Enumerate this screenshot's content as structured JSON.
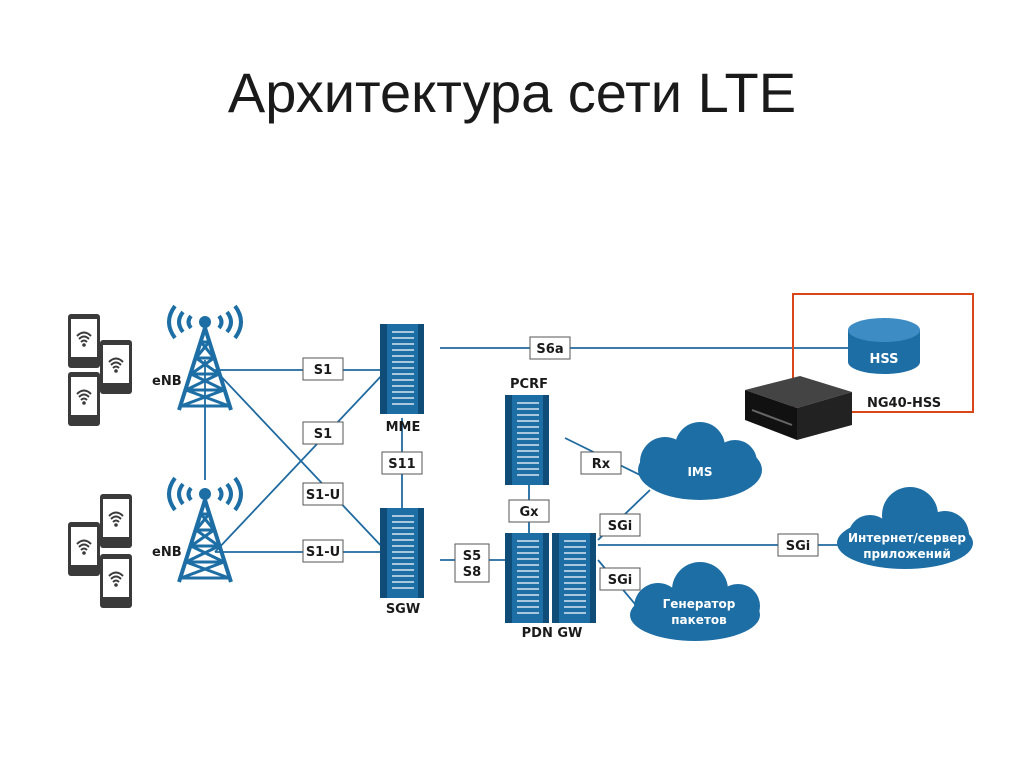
{
  "title": "Архитектура сети LTE",
  "colors": {
    "primary": "#1d6ea5",
    "dark": "#0f4c78",
    "line": "#1f6aa0",
    "box": "#d9461a"
  },
  "nodes": {
    "enb_top": "eNB",
    "enb_bottom": "eNB",
    "mme": "MME",
    "sgw": "SGW",
    "pcrf": "PCRF",
    "pdn_gw": "PDN GW",
    "hss": "HSS",
    "ng40_hss": "NG40-HSS"
  },
  "interfaces": {
    "s1_top": "S1",
    "s1_mid": "S1",
    "s1u_mid": "S1-U",
    "s1u_bottom": "S1-U",
    "s11": "S11",
    "s6a": "S6a",
    "s5": "S5",
    "s8": "S8",
    "gx": "Gx",
    "rx": "Rx",
    "sgi_ims": "SGi",
    "sgi_internet": "SGi",
    "sgi_generator": "SGi"
  },
  "clouds": {
    "ims": "IMS",
    "internet_line1": "Интернет/сервер",
    "internet_line2": "приложений",
    "generator_line1": "Генератор",
    "generator_line2": "пакетов"
  },
  "icons": [
    "phone-icon",
    "antenna-icon",
    "server-rack-icon",
    "database-icon",
    "hardware-box-icon",
    "cloud-icon"
  ]
}
